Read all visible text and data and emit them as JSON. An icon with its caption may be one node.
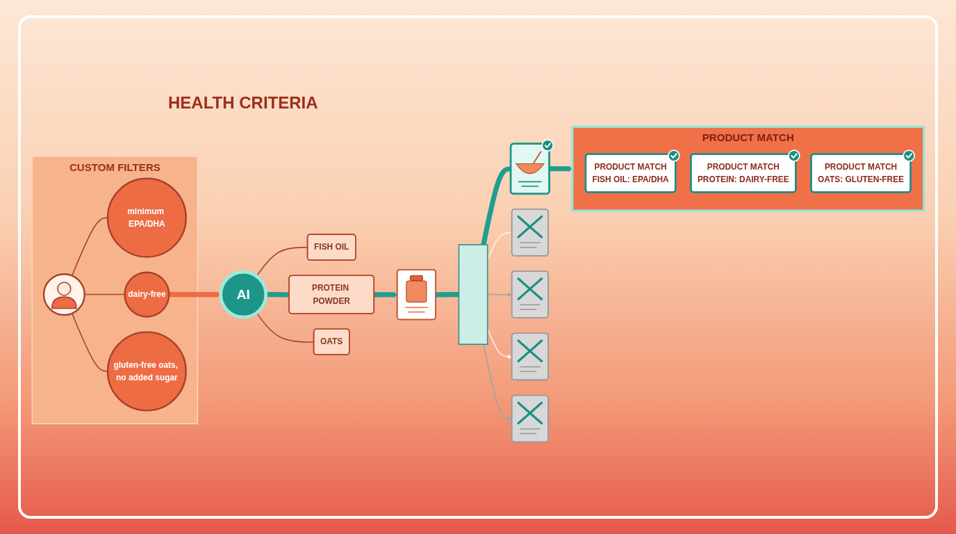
{
  "diagram": {
    "nodes": [
      {
        "text": [
          "CUSTOM FILTERS"
        ]
      },
      {
        "text": [],
        "shape": "person",
        "in": 0
      },
      {
        "text": [
          "minimum EPA/DHA"
        ],
        "in": 0
      },
      {
        "text": [
          "dairy-free"
        ],
        "in": 0
      },
      {
        "text": [
          "gluten-free oats, no added sugar"
        ],
        "in": 0
      },
      {
        "text": [
          "AI"
        ]
      },
      {
        "text": [
          "FISH OIL"
        ]
      },
      {
        "text": [
          "PROTEIN POWDER"
        ]
      },
      {
        "text": [
          "OATS"
        ]
      },
      {
        "text": [],
        "shape": "picture"
      },
      {
        "text": [],
        "shape": "bar"
      },
      {
        "text": [],
        "shape": "picture"
      },
      {
        "text": [],
        "shape": "picture"
      },
      {
        "text": [],
        "shape": "picture"
      },
      {
        "text": [],
        "shape": "picture"
      },
      {
        "text": [],
        "shape": "picture"
      },
      {
        "text": [
          "PRODUCT MATCH"
        ]
      },
      {
        "text": [
          "PRODUCT MATCH",
          "FISH OIL: EPA/DHA"
        ],
        "in": 16
      },
      {
        "text": [
          "PRODUCT MATCH",
          "PROTEIN: DAIRY-FREE"
        ],
        "in": 16
      },
      {
        "text": [
          "PRODUCT MATCH",
          "OATS: GLUTEN-FREE"
        ],
        "in": 16
      }
    ],
    "edges": [
      {
        "from": 1,
        "to": 2,
        "arrow": "none"
      },
      {
        "from": 1,
        "to": 3,
        "arrow": "none"
      },
      {
        "from": 1,
        "to": 4,
        "arrow": "none"
      },
      {
        "from": 3,
        "to": 5,
        "arrow": "to",
        "style": "thick",
        "color": "#ef6a43"
      },
      {
        "from": 5,
        "to": 6,
        "arrow": "none"
      },
      {
        "from": 5,
        "to": 7,
        "arrow": "none",
        "style": "thick",
        "color": "#1f9e90"
      },
      {
        "from": 5,
        "to": 8,
        "arrow": "none"
      },
      {
        "from": 7,
        "to": 9,
        "arrow": "to",
        "style": "thick",
        "color": "#1f9e90"
      },
      {
        "from": 9,
        "to": 10,
        "arrow": "none",
        "style": "thick",
        "color": "#1f9e90"
      },
      {
        "from": 10,
        "to": 11,
        "arrow": "none",
        "style": "thick",
        "color": "#1f9e90"
      },
      {
        "from": 11,
        "to": 16,
        "arrow": "to",
        "style": "thick",
        "color": "#1f9e90"
      },
      {
        "from": 10,
        "to": 12,
        "arrow": "none",
        "color": "#fbf1ea"
      },
      {
        "from": 10,
        "to": 13,
        "arrow": "to",
        "color": "#a3a3a3"
      },
      {
        "from": 10,
        "to": 14,
        "arrow": "to",
        "color": "#fbf1ea"
      },
      {
        "from": 10,
        "to": 15,
        "arrow": "to",
        "color": "#a3a3a3"
      }
    ],
    "labels": [
      "HEALTH CRITERIA"
    ]
  }
}
